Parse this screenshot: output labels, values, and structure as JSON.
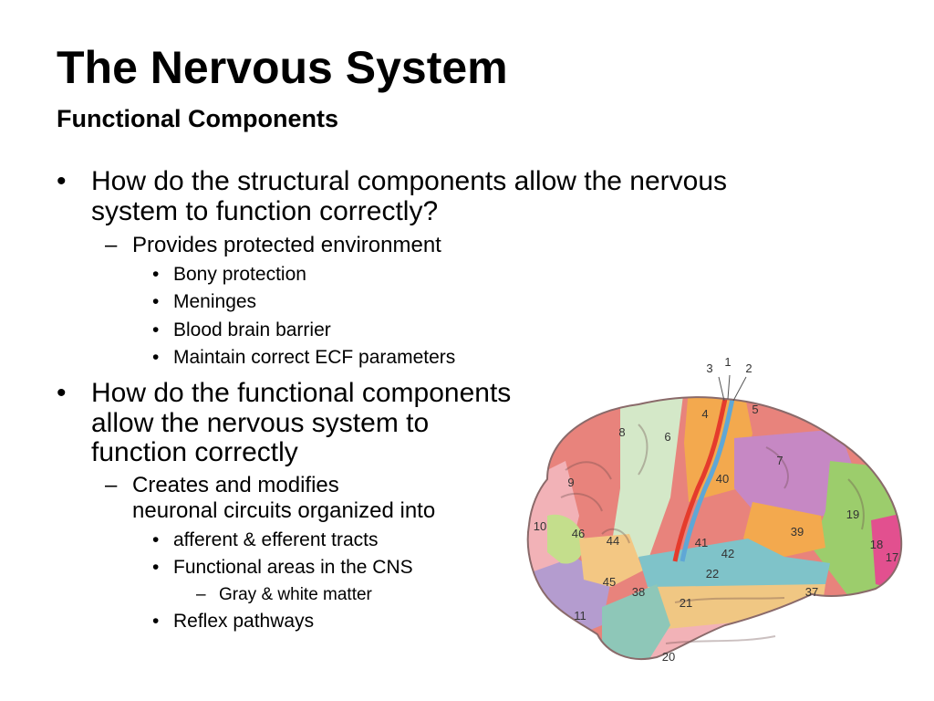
{
  "slide": {
    "title": "The Nervous System",
    "subtitle": "Functional Components"
  },
  "bullets": {
    "b1": {
      "line1": "How do the structural components allow the nervous",
      "line2": "system to function correctly?"
    },
    "b1_sub": "Provides protected environment",
    "b1_items": [
      "Bony protection",
      "Meninges",
      "Blood brain barrier",
      "Maintain correct ECF parameters"
    ],
    "b2": {
      "line1": "How do the functional components",
      "line2": "allow the nervous system to",
      "line3": "function correctly"
    },
    "b2_sub": {
      "line1": "Creates and modifies",
      "line2": "neuronal circuits organized into"
    },
    "b2_items": [
      "afferent & efferent tracts",
      "Functional areas in the CNS",
      "Reflex pathways"
    ],
    "b2_subsub": "Gray & white matter",
    "bullet_glyph": "•",
    "dash_glyph": "–"
  },
  "brain_figure": {
    "area_labels": [
      "3",
      "1",
      "2",
      "4",
      "5",
      "6",
      "8",
      "7",
      "40",
      "9",
      "10",
      "46",
      "44",
      "39",
      "19",
      "18",
      "17",
      "41",
      "42",
      "22",
      "45",
      "38",
      "37",
      "21",
      "11",
      "20"
    ],
    "region_colors": {
      "frontal": "#e8837c",
      "premotor": "#d4e8c8",
      "motor_strip": "#e53b2c",
      "sensory_strip": "#5fa7d6",
      "sensory": "#f3a94e",
      "parietal": "#c688c4",
      "occipital": "#9ccd6c",
      "visual": "#e2508f",
      "temporal_sup": "#7fc3c9",
      "temporal_mid": "#f0c783",
      "temporal_inf": "#f2b2b7",
      "orbital": "#b49ccf",
      "broca": "#c4de8c"
    }
  }
}
